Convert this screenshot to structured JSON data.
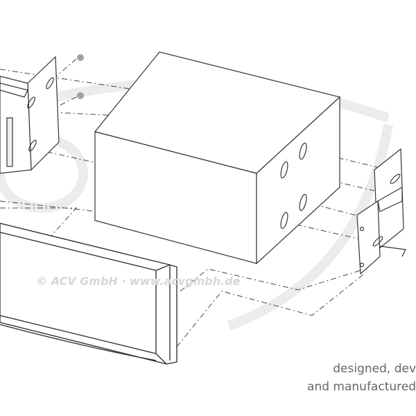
{
  "watermark": "© ACV GmbH · www.acvgmbh.de",
  "logo_text": "acv",
  "tagline": [
    "designed, dev",
    "and manufactured"
  ],
  "colors": {
    "line": "#333333",
    "watermark": "#d6d6d6",
    "tagline": "#666666"
  }
}
